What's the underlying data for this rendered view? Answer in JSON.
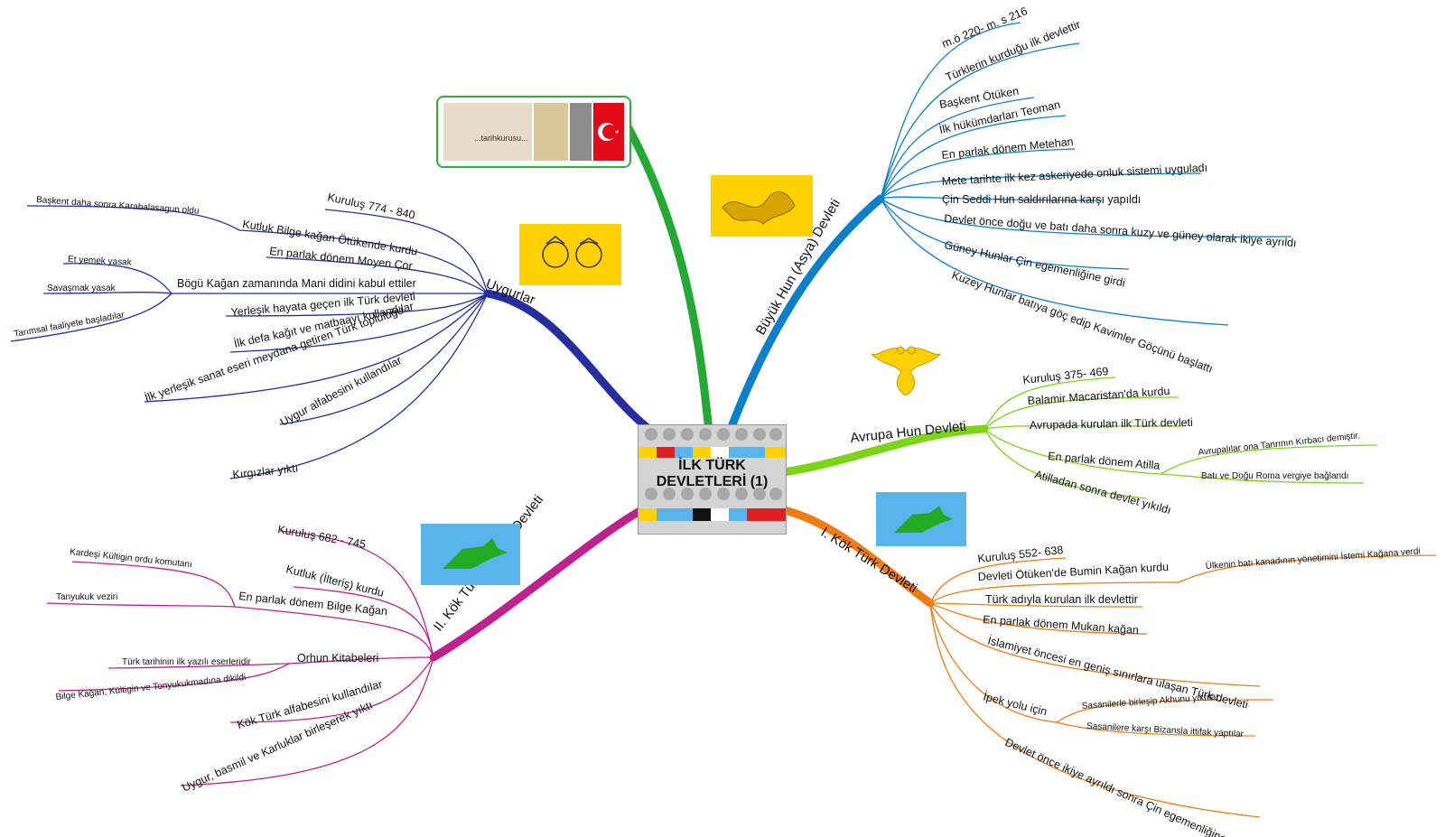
{
  "center": {
    "title_line1": "İLK TÜRK",
    "title_line2": "DEVLETLERİ (1)"
  },
  "brand": {
    "caption": "...tarihkurusu..."
  },
  "colors": {
    "buyuk_hun": "#0a7fcc",
    "avrupa_hun": "#7cd416",
    "kokturk1": "#f07c14",
    "kokturk2": "#c0208e",
    "uygurlar": "#252ea0",
    "brand": "#22aa33",
    "flag_yellow": "#ffd100",
    "flag_blue": "#5ab4ec",
    "wolf_green": "#22aa22"
  },
  "branches": {
    "buyuk_hun": {
      "title": "Büyük Hun (Asya) Devleti",
      "items": [
        "m.ö 220- m. s 216",
        "Türklerin kurduğu ilk devlettir",
        "Başkent Ötüken",
        "İlk hükümdarları Teoman",
        "En parlak dönem Metehan",
        "Mete tarihte ilk kez askeriyede onluk sistemi uyguladı",
        "Çin Seddi Hun saldırılarına karşı yapıldı",
        "Devlet önce doğu ve batı daha sonra kuzy ve güney olarak ikiye ayrıldı",
        "Güney Hunlar Çin egemenliğine girdi",
        "Kuzey Hunlar batıya göç edip Kavimler Göçünü başlattı"
      ]
    },
    "avrupa_hun": {
      "title": "Avrupa Hun Devleti",
      "items": [
        "Kuruluş 375- 469",
        "Balamir Macaristan'da kurdu",
        "Avrupada kurulan ilk Türk devleti",
        "En parlak dönem Atilla",
        "Atilladan sonra devlet yıkıldı"
      ],
      "atilla_subs": [
        "Avrupalılar ona Tanrının Kırbacı demiştir.",
        "Batı ve Doğu Roma vergiye bağlandı"
      ]
    },
    "kokturk1": {
      "title": "I. Kök Türk Devleti",
      "items": [
        "Kuruluş 552- 638",
        "Devleti Ötüken'de Bumin Kağan kurdu",
        "Türk adıyla kurulan ilk devlettir",
        "En parlak dönem Mukan kağan",
        "İslamiyet öncesi en geniş sınırlara ulaşan Türk devleti",
        "İpek yolu için",
        "Devlet önce ikiye ayrıldı sonra Çin egemenliğine girdi"
      ],
      "bumin_sub": "Ülkenin batı kanadının yönetimini İstemi Kağana verdi",
      "ipek_subs": [
        "Sasanilerle birleşip Akhunu yıktılar",
        "Sasanilere karşı Bizansla ittifak yaptılar"
      ]
    },
    "kokturk2": {
      "title": "II. Kök Türk ( Kutluk) Devleti",
      "items": [
        "Kuruluş 682 - 745",
        "Kutluk (İlteriş) kurdu",
        "En parlak dönem Bilge Kağan",
        "Orhun Kitabeleri",
        "Kök Türk alfabesini kullandılar",
        "Uygur, basmil ve Karluklar birleşerek yıktı"
      ],
      "bilge_subs": [
        "Kardeşi Kültigin ordu komutanı",
        "Tanyukuk veziri"
      ],
      "orhun_subs": [
        "Türk tarihinin ilk yazılı eserleridir",
        "Bilge Kağan, Kültigin ve Tonyukukmadına dikildi"
      ]
    },
    "uygurlar": {
      "title": "Uygurlar",
      "items": [
        "Kuruluş 774 - 840",
        "Kutluk Bilge kağan Ötükende kurdu",
        "En parlak dönem Moyen Çor",
        "Bögü Kağan zamanında Mani didini kabul ettiler",
        "Yerleşik hayata geçen ilk Türk devleti",
        "İlk defa kağıt ve matbaayı kullandılar",
        "İlk yerleşik sanat eseri meydana getiren Türk topluluğu",
        "Uygur alfabesini kullandılar",
        "Kırgızlar yıktı"
      ],
      "kutluk_sub": "Başkent daha sonra Karabalasagun oldu",
      "bogu_subs": [
        "Et yemek yasak",
        "Savaşmak yasak",
        "Tarımsal faaliyete başladılar"
      ]
    }
  }
}
